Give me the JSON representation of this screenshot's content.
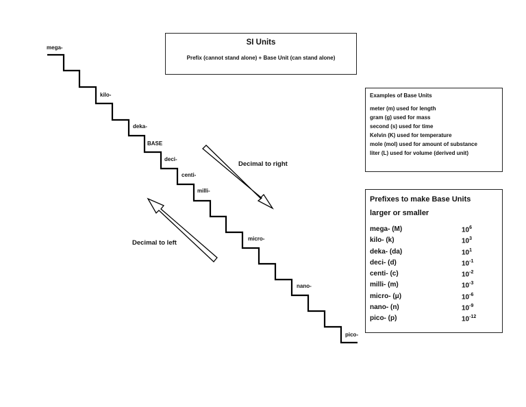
{
  "title_box": {
    "title": "SI Units",
    "subtitle": "Prefix (cannot stand alone) + Base Unit (can stand alone)"
  },
  "staircase_labels": {
    "mega": "mega-",
    "kilo": "kilo-",
    "deka": "deka-",
    "base": "BASE",
    "deci": "deci-",
    "centi": "centi-",
    "milli": "milli-",
    "micro": "micro-",
    "nano": "nano-",
    "pico": "pico-"
  },
  "arrows": {
    "right_label": "Decimal to right",
    "left_label": "Decimal to left"
  },
  "base_units": {
    "heading": "Examples of Base Units",
    "items": [
      "meter (m) used for length",
      "gram (g) used for mass",
      "second (s) used for time",
      "Kelvin (K) used for temperature",
      "mole (mol) used for amount of substance",
      "liter (L) used for volume (derived unit)"
    ]
  },
  "prefix_table": {
    "heading_line1": "Prefixes to make Base Units",
    "heading_line2": "larger or smaller",
    "rows": [
      {
        "name": "mega-  (M)",
        "base": "10",
        "exp": "6"
      },
      {
        "name": "kilo-  (k)",
        "base": "10",
        "exp": "3"
      },
      {
        "name": "deka- (da)",
        "base": "10",
        "exp": "1"
      },
      {
        "name": "deci-  (d)",
        "base": "10",
        "exp": "-1"
      },
      {
        "name": "centi- (c)",
        "base": "10",
        "exp": "-2"
      },
      {
        "name": "milli- (m)",
        "base": "10",
        "exp": "-3"
      },
      {
        "name": "micro- (μ)",
        "base": "10",
        "exp": "-6"
      },
      {
        "name": "nano- (n)",
        "base": "10",
        "exp": "-9"
      },
      {
        "name": "pico- (p)",
        "base": "10",
        "exp": "-12"
      }
    ]
  },
  "colors": {
    "line": "#000000",
    "border": "#222222"
  }
}
